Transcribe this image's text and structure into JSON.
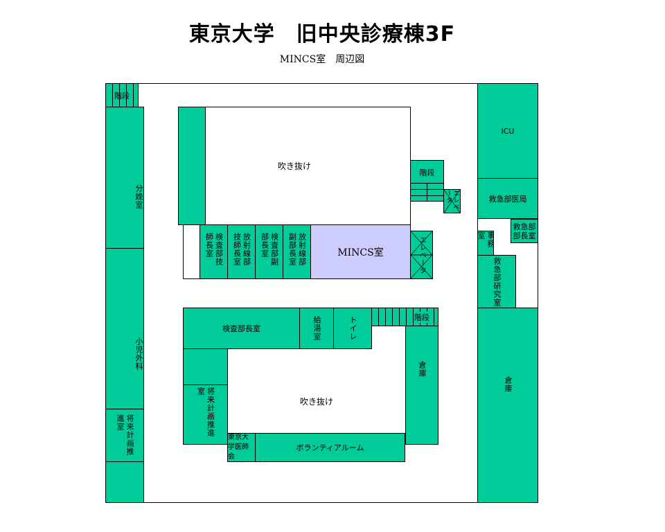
{
  "title": "東京大学　旧中央診療棟3F",
  "subtitle": "MINCS室　周辺図",
  "rooms": {
    "stairs_tl": "階段",
    "bunben": "分娩室",
    "shonigeka": "小児外科",
    "shorai_left": "将来計画推進室",
    "fukinuke_top": "吹き抜け",
    "kensa_gishi": "検査部技師長室",
    "hoshasen_gishi": "放射線部技師長室",
    "kensa_fuku": "検査部副部長室",
    "hoshasen_fuku": "放射線部副部長室",
    "mincs": "MINCS室",
    "elevator": "エレベータ",
    "stairs_mid": "階段",
    "icu": "ICU",
    "kyukyu_ikyoku": "救急部医局",
    "kyukyu_buchou": "救急部部長室",
    "jimu": "事務室",
    "kyukyu_kenkyu": "救急部研究室",
    "souko_right": "倉庫",
    "kensa_buchou": "検査部長室",
    "kyuto": "給湯室",
    "toilet": "トイレ",
    "stairs_low": "階段",
    "souko_low": "倉庫",
    "fukinuke_low": "吹き抜け",
    "shorai_low": "将来計画推進室",
    "ishikai": "東京大学医師会",
    "volunteer": "ボランティアルーム"
  },
  "colors": {
    "room": "#00cc99",
    "mincs": "#ccccff"
  }
}
